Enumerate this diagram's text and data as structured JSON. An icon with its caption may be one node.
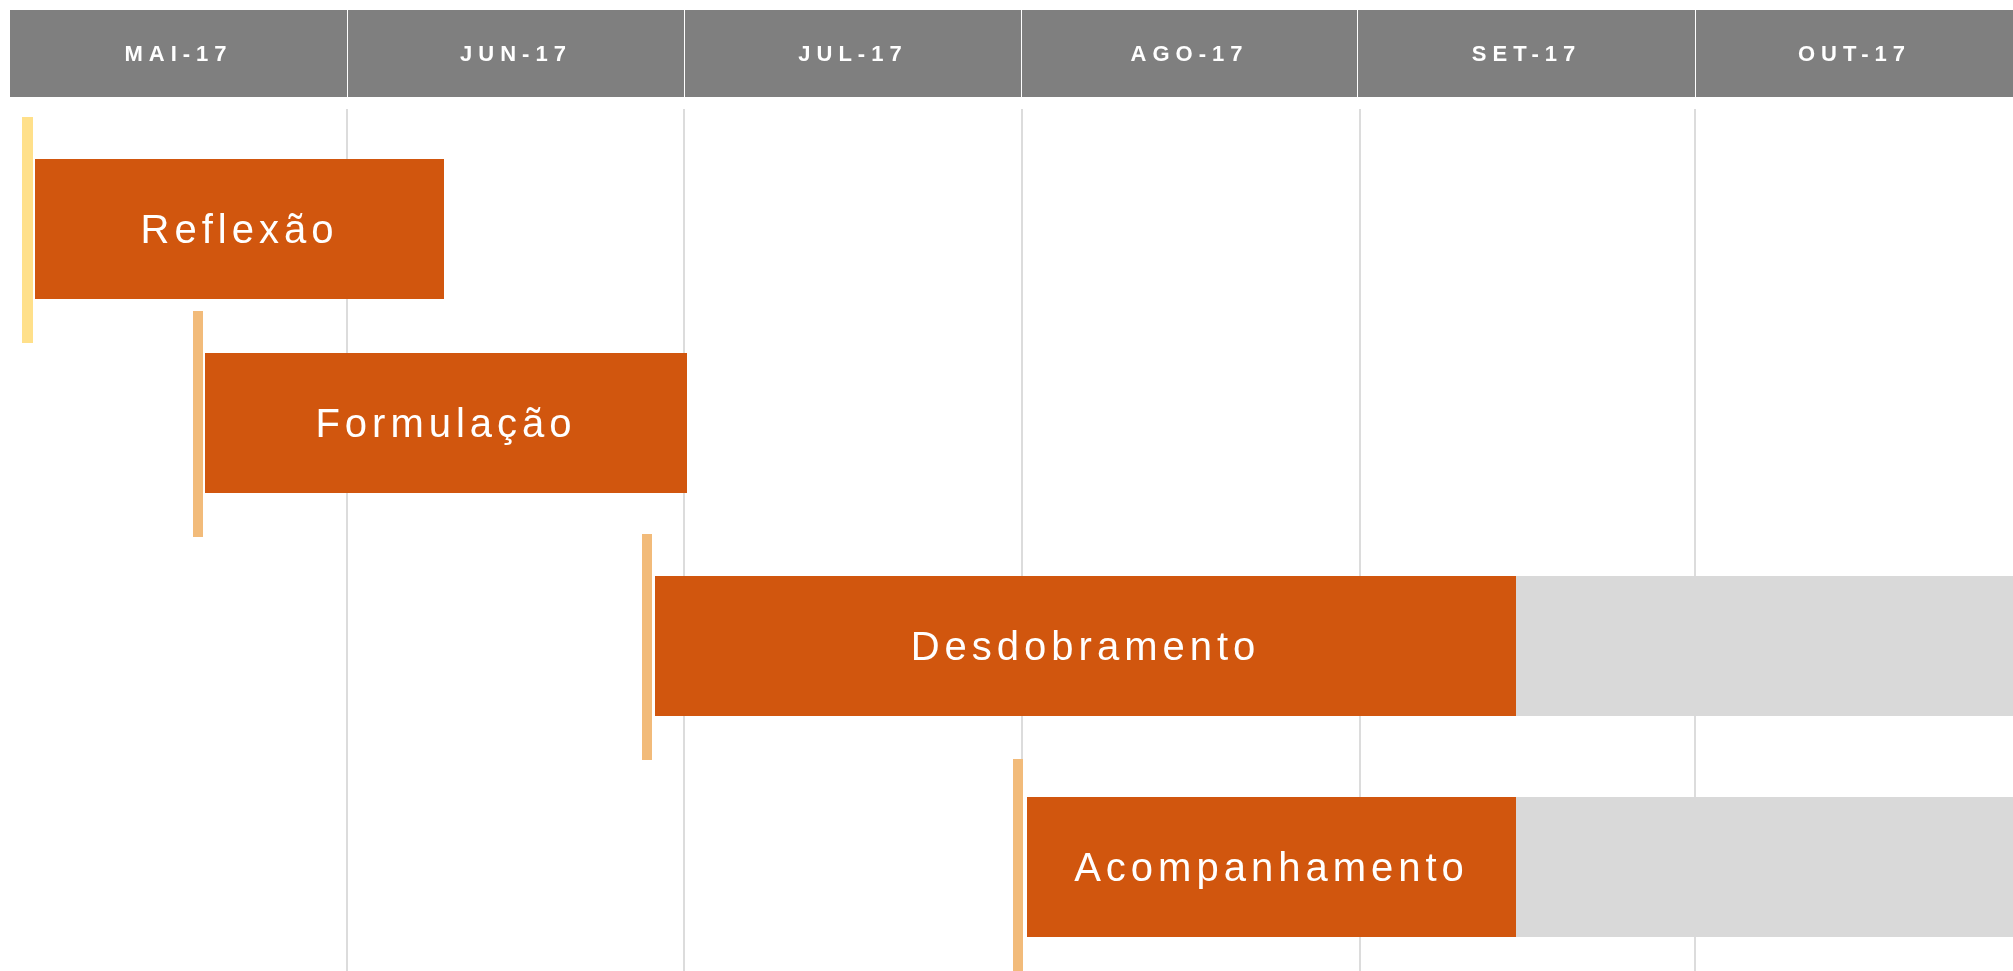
{
  "diagram": {
    "nodes": [
      {
        "text": [
          "MAI-17"
        ]
      },
      {
        "text": [
          "JUN-17"
        ]
      },
      {
        "text": [
          "JUL-17"
        ]
      },
      {
        "text": [
          "AGO-17"
        ]
      },
      {
        "text": [
          "SET-17"
        ]
      },
      {
        "text": [
          "OUT-17"
        ]
      },
      {
        "text": [
          "Reflexão"
        ]
      },
      {
        "text": [
          "Formulação"
        ]
      },
      {
        "text": [
          "Desdobramento"
        ]
      },
      {
        "text": [],
        "shape": "bar"
      },
      {
        "text": [
          "Acompanhamento"
        ]
      },
      {
        "text": [],
        "shape": "bar"
      }
    ],
    "edges": []
  }
}
